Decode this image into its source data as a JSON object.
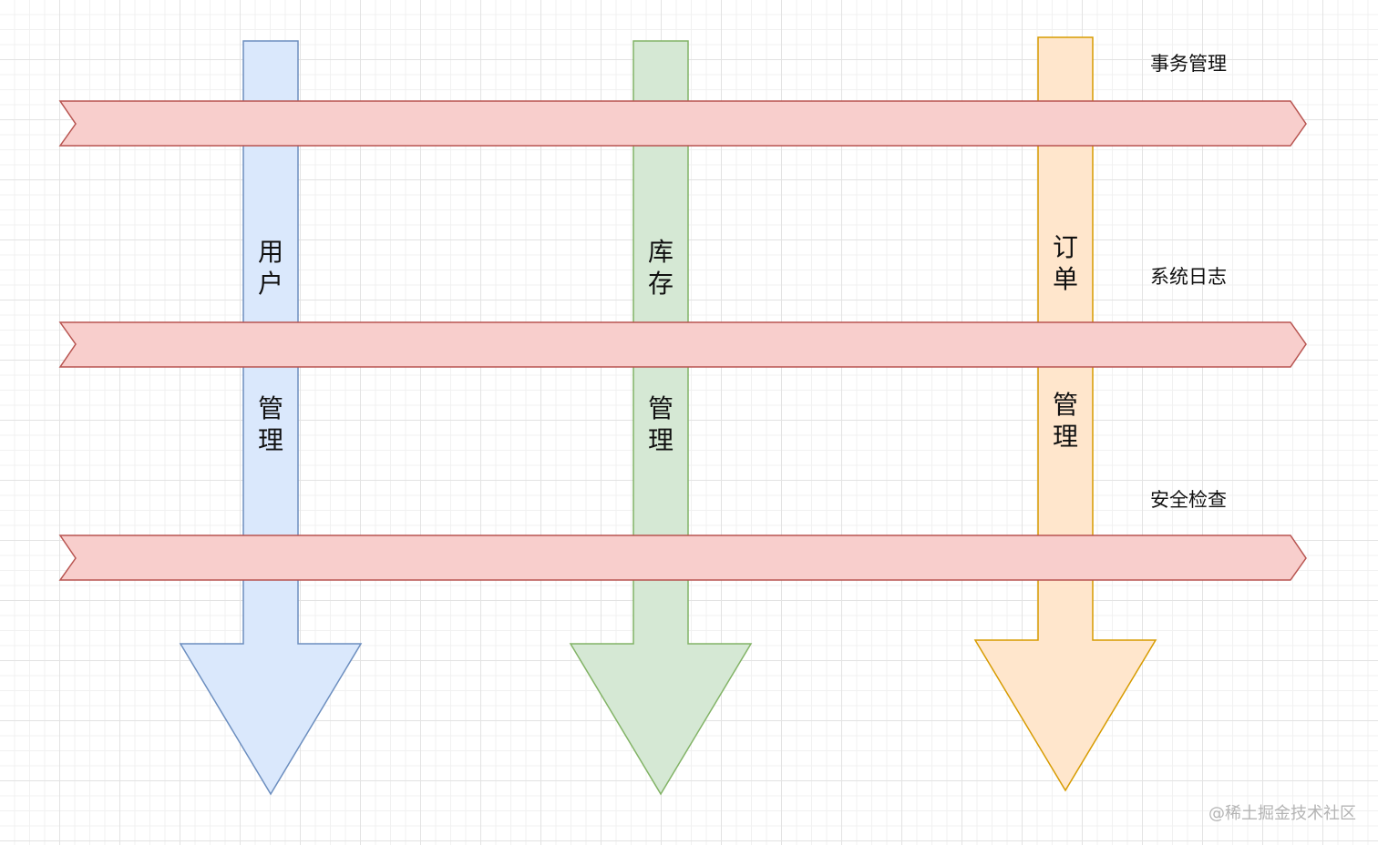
{
  "modules": [
    {
      "top_text": "用户",
      "bottom_text": "管理",
      "fill": "#dae8fc",
      "stroke": "#6c8ebf"
    },
    {
      "top_text": "库存",
      "bottom_text": "管理",
      "fill": "#d5e8d4",
      "stroke": "#82b366"
    },
    {
      "top_text": "订单",
      "bottom_text": "管理",
      "fill": "#ffe6cc",
      "stroke": "#d79b00"
    }
  ],
  "concerns": [
    {
      "label": "事务管理",
      "fill": "#f8cecc",
      "stroke": "#b85450"
    },
    {
      "label": "系统日志",
      "fill": "#f8cecc",
      "stroke": "#b85450"
    },
    {
      "label": "安全检查",
      "fill": "#f8cecc",
      "stroke": "#b85450"
    }
  ],
  "watermark": "@稀土掘金技术社区"
}
